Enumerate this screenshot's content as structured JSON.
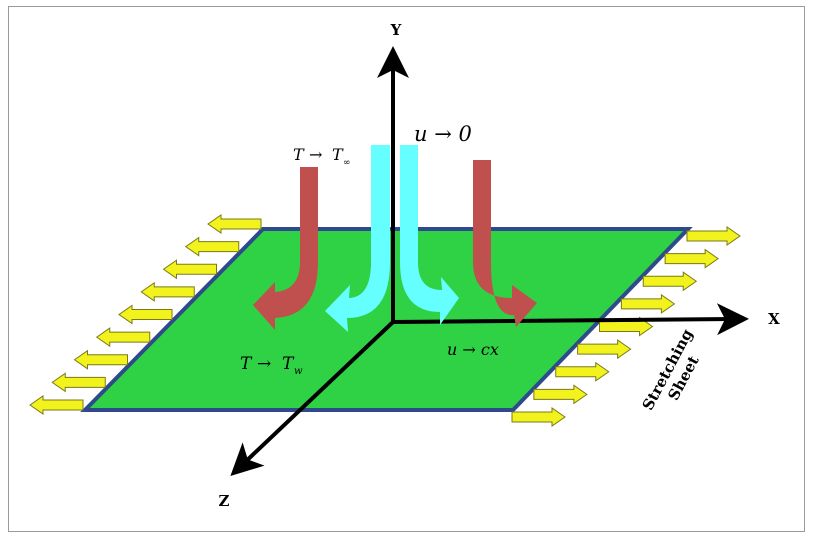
{
  "axes": {
    "x": "X",
    "y": "Y",
    "z": "Z"
  },
  "conditions": {
    "far_field_temp": {
      "lhs": "T",
      "rhs": "T",
      "sub": "∞"
    },
    "far_field_velocity": "u → 0",
    "wall_temp": {
      "lhs": "T",
      "rhs": "T",
      "sub": "w"
    },
    "wall_velocity": "u → cx"
  },
  "sheet_label": {
    "line1": "Stretching",
    "line2": "Sheet"
  },
  "colors": {
    "sheet": "#2fd145",
    "sheet_border": "#2f4a8c",
    "stretch_arrow": "#f2f21c",
    "thermal_arrow": "#c0504d",
    "flow_arrow": "#66ffff"
  }
}
